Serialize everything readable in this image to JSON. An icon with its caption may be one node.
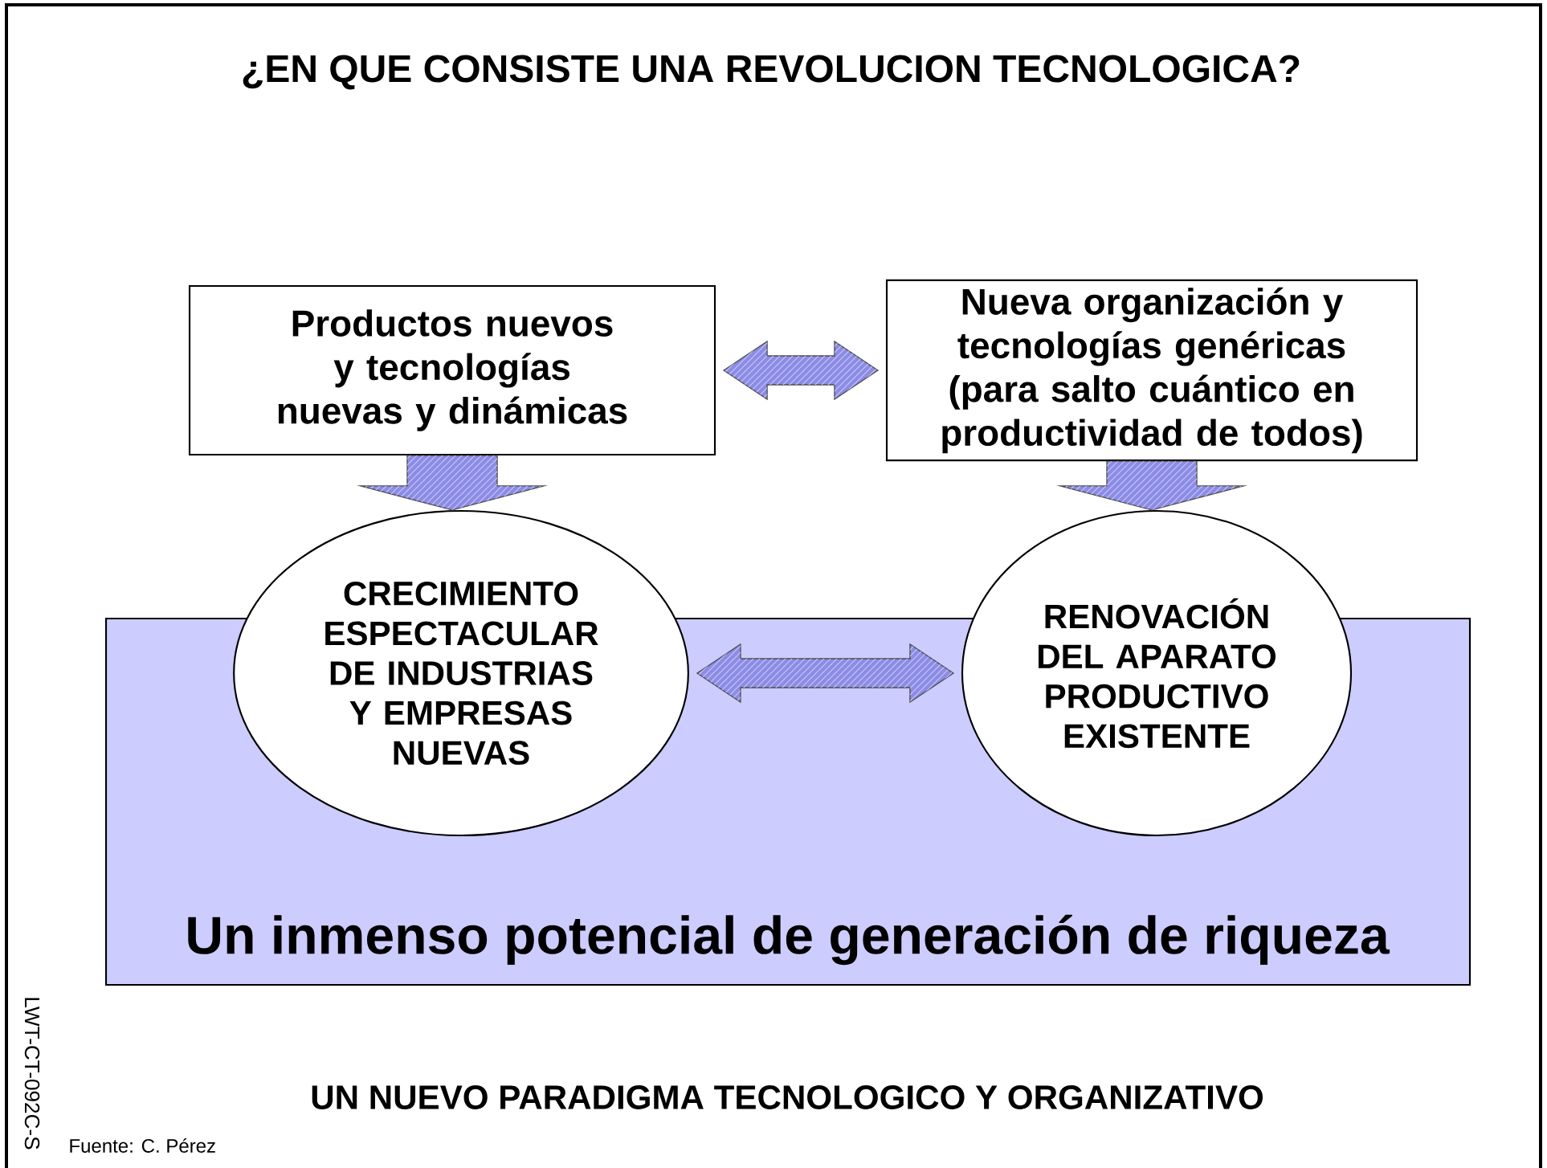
{
  "diagram": {
    "title": "¿EN QUE CONSISTE UNA REVOLUCION TECNOLOGICA?",
    "nodes": [
      {
        "text": [
          "Productos nuevos y tecnologías nuevas y dinámicas"
        ]
      },
      {
        "text": [
          "Nueva organización y tecnologías genéricas (para salto cuántico en productividad de todos)"
        ]
      },
      {
        "text": [
          "Un inmenso potencial de generación de riqueza"
        ]
      },
      {
        "text": [
          "CRECIMIENTO ESPECTACULAR DE INDUSTRIAS Y EMPRESAS NUEVAS"
        ]
      },
      {
        "text": [
          "RENOVACIÓN DEL APARATO PRODUCTIVO EXISTENTE"
        ]
      }
    ],
    "edges": [
      {
        "from": 0,
        "to": 1,
        "arrow": "both"
      },
      {
        "from": 0,
        "to": 3,
        "arrow": "to"
      },
      {
        "from": 1,
        "to": 4,
        "arrow": "to"
      },
      {
        "from": 3,
        "to": 4,
        "arrow": "both"
      }
    ],
    "labels": [
      "UN NUEVO PARADIGMA TECNOLOGICO Y ORGANIZATIVO",
      "LWT-CT-092C-S",
      "Fuente: C. Pérez"
    ]
  }
}
